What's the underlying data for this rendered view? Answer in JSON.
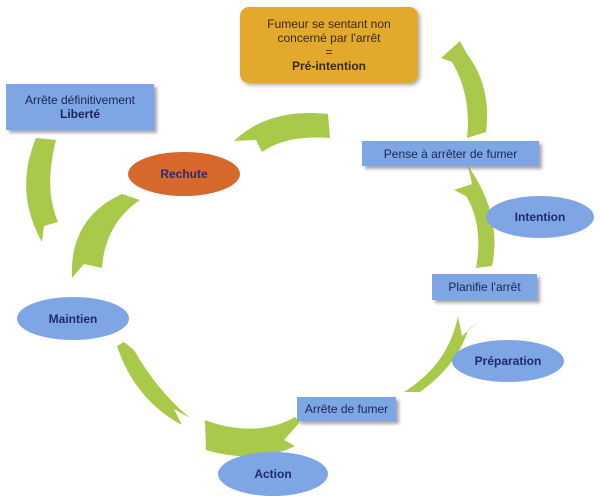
{
  "diagram": {
    "title": "Cycle de l'arrêt du tabac",
    "colors": {
      "arrow": "#a8c94a",
      "stage_box": "#7fa6e4",
      "stage_ellipse": "#7fa6e4",
      "relapse_ellipse": "#d5682a",
      "precontemplation_box": "#e2a92d"
    },
    "precontemplation": {
      "line1": "Fumeur se sentant non",
      "line2": "concerné par l'arrêt",
      "line3": "=",
      "stage": "Pré-intention"
    },
    "liberty": {
      "line1": "Arrête définitivement",
      "stage": "Liberté"
    },
    "boxes": {
      "think": "Pense à arrêter de fumer",
      "plan": "Planifie l'arrêt",
      "quit": "Arrête de fumer"
    },
    "stages": {
      "intention": "Intention",
      "preparation": "Préparation",
      "action": "Action",
      "maintenance": "Maintien",
      "relapse": "Rechute"
    },
    "arrows": [
      {
        "id": "precontemplation-to-think",
        "from": "Pré-intention",
        "to": "Pense à arrêter de fumer"
      },
      {
        "id": "think-to-plan",
        "from": "Pense à arrêter de fumer",
        "to": "Planifie l'arrêt"
      },
      {
        "id": "plan-to-quit",
        "from": "Planifie l'arrêt",
        "to": "Arrête de fumer"
      },
      {
        "id": "action-to-maintenance",
        "from": "Action",
        "to": "Maintien"
      },
      {
        "id": "action-arrow",
        "from": "Arrête de fumer",
        "to": "Action"
      },
      {
        "id": "maintenance-to-relapse",
        "from": "Maintien",
        "to": "Rechute"
      },
      {
        "id": "relapse-to-precontemplation",
        "from": "Rechute",
        "to": "Pré-intention"
      },
      {
        "id": "maintenance-to-liberty",
        "from": "Maintien",
        "to": "Liberté"
      }
    ]
  }
}
